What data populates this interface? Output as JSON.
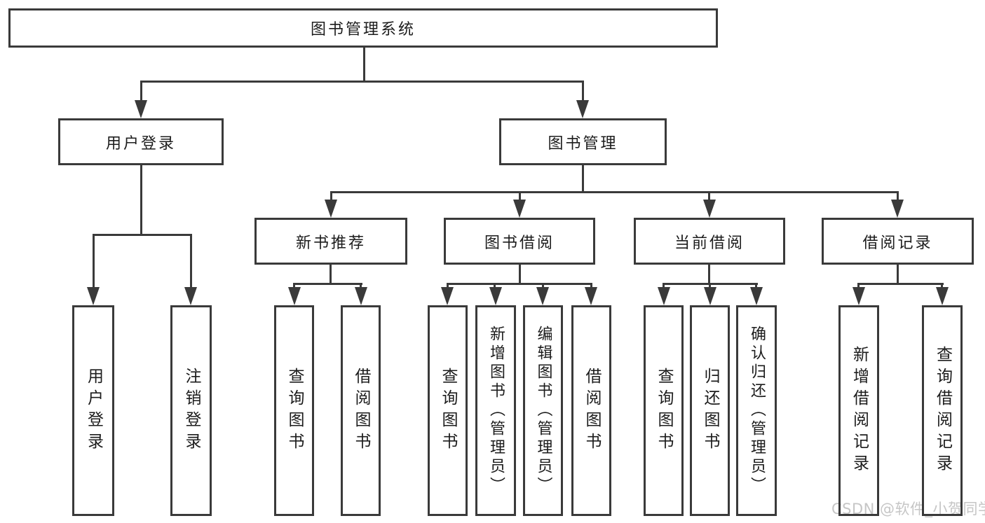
{
  "root": {
    "label": "图书管理系统"
  },
  "level2": [
    {
      "label": "用户登录"
    },
    {
      "label": "图书管理"
    }
  ],
  "level3": [
    {
      "label": "新书推荐"
    },
    {
      "label": "图书借阅"
    },
    {
      "label": "当前借阅"
    },
    {
      "label": "借阅记录"
    }
  ],
  "leaves": [
    {
      "parent": "用户登录",
      "label": "用户登录"
    },
    {
      "parent": "用户登录",
      "label": "注销登录"
    },
    {
      "parent": "新书推荐",
      "label": "查询图书"
    },
    {
      "parent": "新书推荐",
      "label": "借阅图书"
    },
    {
      "parent": "图书借阅",
      "label": "查询图书"
    },
    {
      "parent": "图书借阅",
      "label": "新增图书（管理员）"
    },
    {
      "parent": "图书借阅",
      "label": "编辑图书（管理员）"
    },
    {
      "parent": "图书借阅",
      "label": "借阅图书"
    },
    {
      "parent": "当前借阅",
      "label": "查询图书"
    },
    {
      "parent": "当前借阅",
      "label": "归还图书"
    },
    {
      "parent": "当前借阅",
      "label": "确认归还（管理员）"
    },
    {
      "parent": "借阅记录",
      "label": "新增借阅记录"
    },
    {
      "parent": "借阅记录",
      "label": "查询借阅记录"
    }
  ],
  "watermark": "CSDN @软件_小贺同学",
  "colors": {
    "line": "#3a3a3a",
    "text": "#1c1c1c",
    "watermark": "#c6c6c6",
    "background": "#ffffff"
  }
}
